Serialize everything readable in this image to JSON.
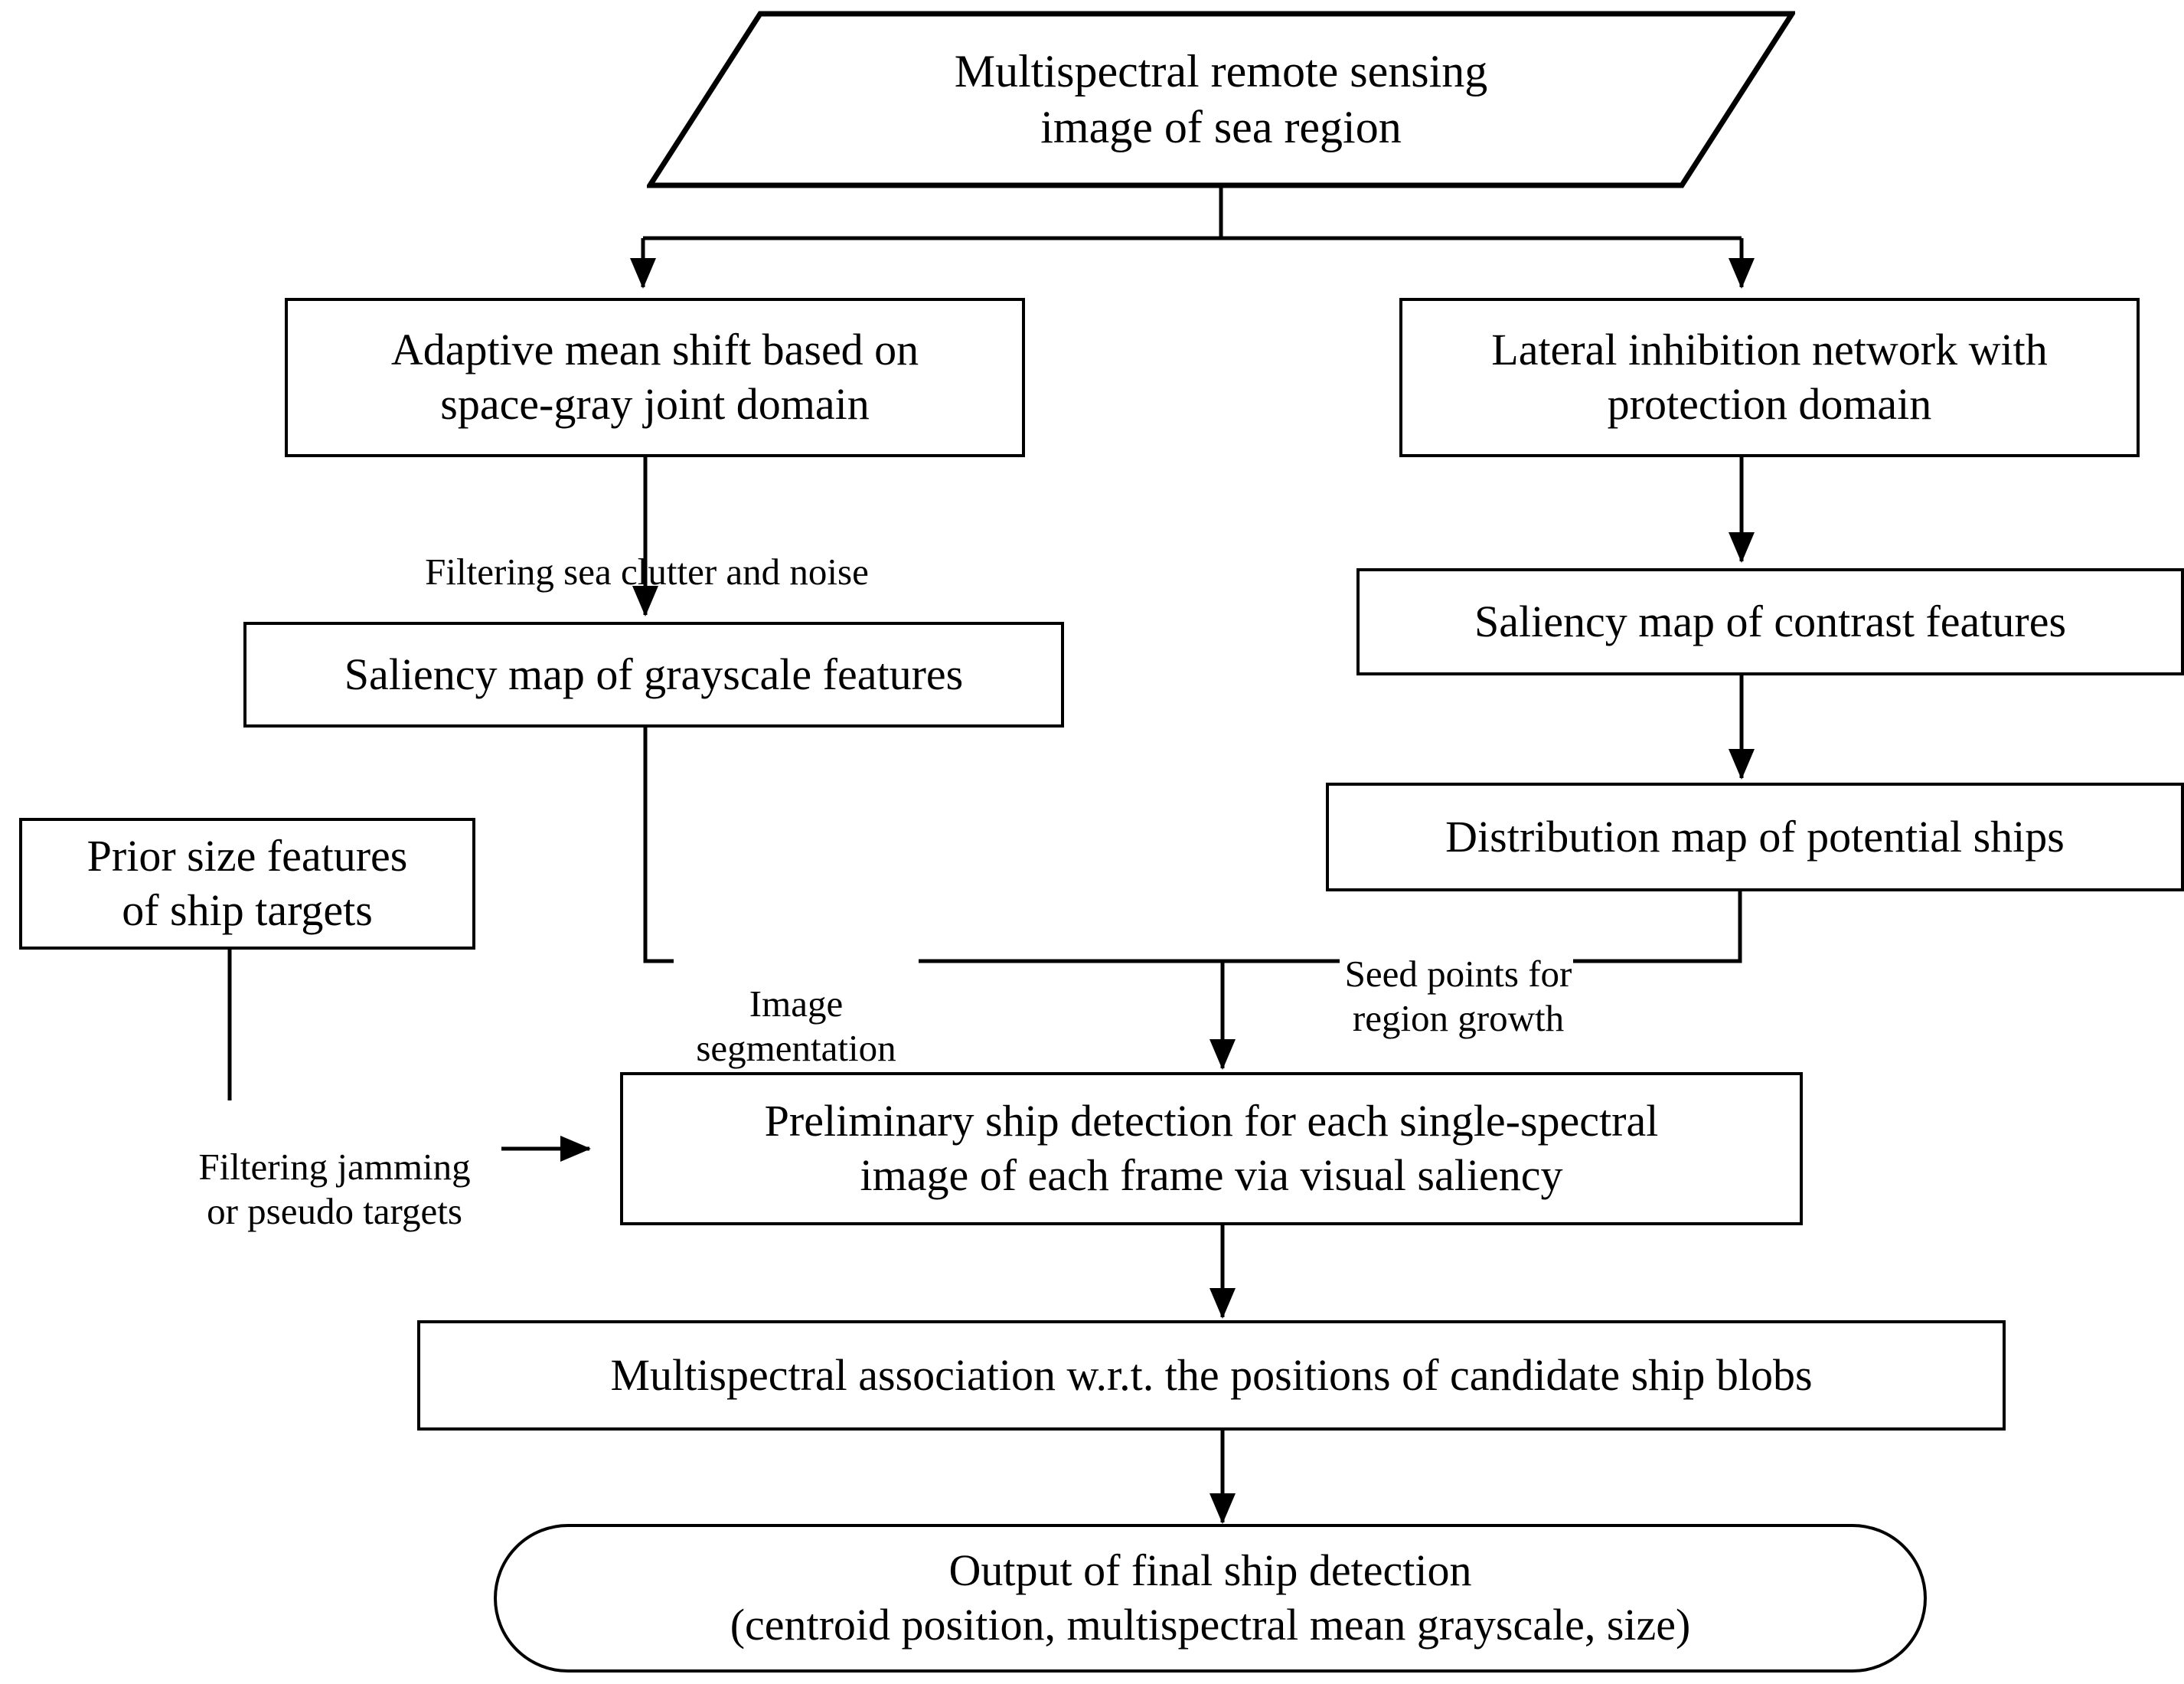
{
  "diagram": {
    "title": "Ship detection flowchart for multispectral remote sensing images",
    "stroke_color": "#000000",
    "background_color": "#ffffff",
    "nodes": {
      "input": {
        "shape": "parallelogram",
        "label": "Multispectral remote sensing\nimage of sea region"
      },
      "mean_shift": {
        "shape": "rectangle",
        "label": "Adaptive mean shift based on\nspace-gray joint domain"
      },
      "lateral_inhibition": {
        "shape": "rectangle",
        "label": "Lateral inhibition network with\nprotection domain"
      },
      "grayscale_saliency": {
        "shape": "rectangle",
        "label": "Saliency map of grayscale features"
      },
      "contrast_saliency": {
        "shape": "rectangle",
        "label": "Saliency map of contrast features"
      },
      "prior_size": {
        "shape": "rectangle",
        "label": "Prior size features\nof ship targets"
      },
      "distribution_map": {
        "shape": "rectangle",
        "label": "Distribution map of potential ships"
      },
      "preliminary_detection": {
        "shape": "rectangle",
        "label": "Preliminary ship detection for each single-spectral\nimage of each frame via visual saliency"
      },
      "multispectral_association": {
        "shape": "rectangle",
        "label": "Multispectral association w.r.t. the positions of candidate ship blobs"
      },
      "output": {
        "shape": "stadium",
        "label": "Output of final ship detection\n(centroid position, multispectral mean grayscale, size)"
      }
    },
    "edge_labels": {
      "filter_clutter": "Filtering sea clutter and noise",
      "image_segmentation": "Image segmentation",
      "seed_points": "Seed points for\nregion growth",
      "filter_jamming": "Filtering jamming\nor pseudo targets"
    }
  }
}
